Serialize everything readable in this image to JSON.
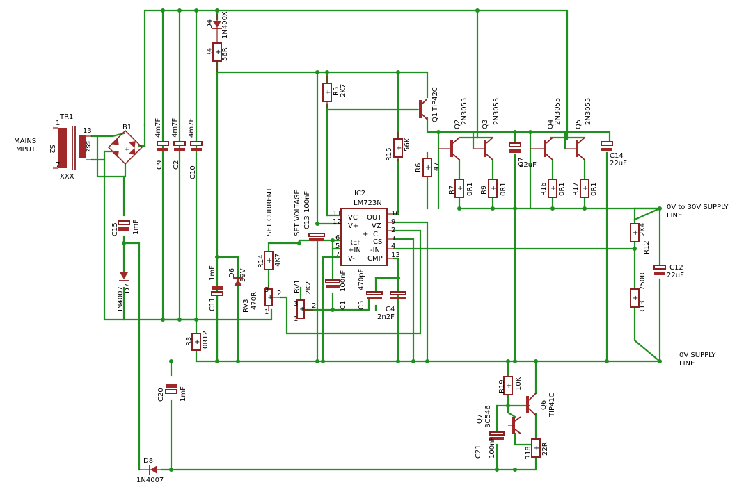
{
  "labels": {
    "mains_input": [
      "MAINS",
      "IMPUT"
    ],
    "out_plus": "0V to 30V SUPPLY",
    "out_plus_line": "LINE",
    "out_zero": "0V SUPPLY",
    "out_zero_line": "LINE",
    "set_current": "SET CURRENT",
    "set_voltage": "SET VOLTAGE"
  },
  "components": {
    "tr1": {
      "ref": "TR1",
      "pin1": "1",
      "pin7": "7",
      "pin13": "13",
      "p1": "ssz",
      "p2": "S2",
      "val": "XXX"
    },
    "b1": {
      "ref": "B1"
    },
    "d4": {
      "ref": "D4",
      "val": "1N400X"
    },
    "r4": {
      "ref": "R4",
      "val": "56R"
    },
    "c9": {
      "ref": "C9",
      "val": "4m7F"
    },
    "c2": {
      "ref": "C2",
      "val": "4m7F"
    },
    "c10": {
      "ref": "C10",
      "val": "4m7F"
    },
    "r5": {
      "ref": "R5",
      "val": "2K7"
    },
    "q1": {
      "ref": "Q1",
      "val": "TIP42C"
    },
    "q2": {
      "ref": "Q2",
      "val": "2N3055"
    },
    "q3": {
      "ref": "Q3",
      "val": "2N3055"
    },
    "q4": {
      "ref": "Q4",
      "val": "2N3055"
    },
    "q5": {
      "ref": "Q5",
      "val": "2N3055"
    },
    "c7": {
      "ref": "C7",
      "val": "22uF"
    },
    "c14": {
      "ref": "C14",
      "val": "22uF"
    },
    "r15": {
      "ref": "R15",
      "val": "56K"
    },
    "r6": {
      "ref": "R6",
      "val": "47"
    },
    "r7": {
      "ref": "R7",
      "val": "0R1"
    },
    "r9": {
      "ref": "R9",
      "val": "0R1"
    },
    "r16": {
      "ref": "R16",
      "val": "0R1"
    },
    "r17": {
      "ref": "R17",
      "val": "0R1"
    },
    "ic2": {
      "ref": "IC2",
      "val": "LM723N",
      "left_pins": [
        "VC",
        "V+",
        "REF",
        "+IN",
        "V-"
      ],
      "right_pins": [
        "OUT",
        "VZ",
        "CL",
        "CS",
        "-IN",
        "CMP"
      ],
      "left_nums": [
        "11",
        "12",
        "6",
        "5",
        "7"
      ],
      "right_nums": [
        "10",
        "9",
        "2",
        "3",
        "4",
        "13"
      ]
    },
    "c15": {
      "ref": "C15",
      "val": "1mF"
    },
    "d7": {
      "ref": "D7",
      "val": "IN4007"
    },
    "c13": {
      "ref": "C13",
      "val": "100nF"
    },
    "c11": {
      "ref": "C11",
      "val": "1mF"
    },
    "d6": {
      "ref": "D6",
      "val": "39V"
    },
    "rv3": {
      "ref": "RV3",
      "val": "470R"
    },
    "r14": {
      "ref": "R14",
      "val": "4K7"
    },
    "rv1": {
      "ref": "RV1",
      "val": "2K2"
    },
    "c1": {
      "ref": "C1",
      "val": "100nF"
    },
    "c5": {
      "ref": "C5",
      "val": "470pF"
    },
    "c4": {
      "ref": "C4",
      "val": "2n2F"
    },
    "r12": {
      "ref": "R12",
      "val": "2K4"
    },
    "r13": {
      "ref": "R13",
      "val": "750R"
    },
    "c12": {
      "ref": "C12",
      "val": "22uF"
    },
    "r3": {
      "ref": "R3",
      "val": "0R12"
    },
    "c20": {
      "ref": "C20",
      "val": "1mF"
    },
    "d8": {
      "ref": "D8",
      "val": "1N4007"
    },
    "r19": {
      "ref": "R19",
      "val": "10K"
    },
    "q6": {
      "ref": "Q6",
      "val": "TIP41C"
    },
    "q7": {
      "ref": "Q7",
      "val": "BC546"
    },
    "c21": {
      "ref": "C21",
      "val": "100nF"
    },
    "r18": {
      "ref": "R18",
      "val": "22R"
    }
  },
  "pot_pins": {
    "p1": "1",
    "p2": "2",
    "p3": "3"
  },
  "colors": {
    "wire": "#1f8f1f",
    "part": "#8b2020",
    "background": "#ffffff"
  }
}
